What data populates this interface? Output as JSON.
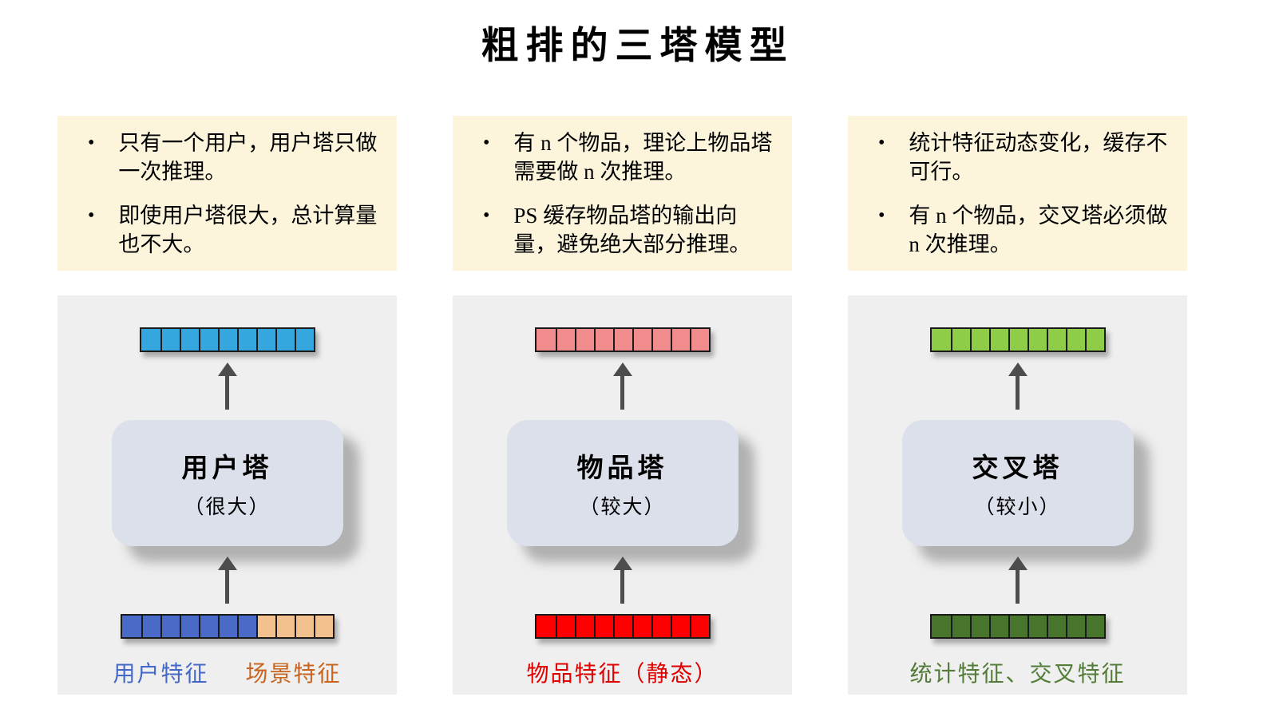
{
  "title": "粗排的三塔模型",
  "bullet": "•",
  "columns": [
    {
      "notes": [
        "只有一个用户，用户塔只做一次推理。",
        "即使用户塔很大，总计算量也不大。"
      ],
      "tower": {
        "name": "用户塔",
        "size": "（很大）"
      },
      "output_vector": {
        "color": "#33A7DE",
        "cells": 9
      },
      "input_vector": {
        "segments": [
          {
            "color": "#4A6AC8",
            "cells": 7
          },
          {
            "color": "#F2C18E",
            "cells": 4
          }
        ]
      },
      "labels": [
        {
          "text": "用户特征",
          "color": "#4468C8"
        },
        {
          "text": "场景特征",
          "color": "#C8641E"
        }
      ]
    },
    {
      "notes": [
        "有 n 个物品，理论上物品塔需要做 n 次推理。",
        "PS 缓存物品塔的输出向量，避免绝大部分推理。"
      ],
      "tower": {
        "name": "物品塔",
        "size": "（较大）"
      },
      "output_vector": {
        "color": "#F28B8B",
        "cells": 9
      },
      "input_vector": {
        "segments": [
          {
            "color": "#FE0000",
            "cells": 9
          }
        ]
      },
      "labels": [
        {
          "text": "物品特征（静态）",
          "color": "#E00000"
        }
      ]
    },
    {
      "notes": [
        "统计特征动态变化，缓存不可行。",
        "有 n 个物品，交叉塔必须做 n 次推理。"
      ],
      "tower": {
        "name": "交叉塔",
        "size": "（较小）"
      },
      "output_vector": {
        "color": "#8FCD49",
        "cells": 9
      },
      "input_vector": {
        "segments": [
          {
            "color": "#47752C",
            "cells": 9
          }
        ]
      },
      "labels": [
        {
          "text": "统计特征、交叉特征",
          "color": "#537C38"
        }
      ]
    }
  ]
}
